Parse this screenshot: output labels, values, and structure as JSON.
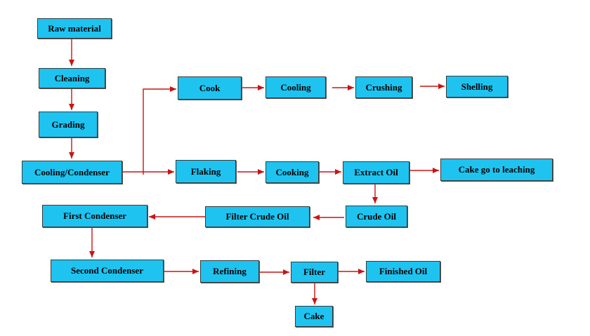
{
  "colors": {
    "box_fill": "#1ec3f0",
    "box_border": "#3a3a3a",
    "arrow": "#c81414"
  },
  "steps": {
    "raw_material": "Raw material",
    "cleaning": "Cleaning",
    "grading": "Grading",
    "cooling_condenser": "Cooling/Condenser",
    "cook": "Cook",
    "cooling": "Cooling",
    "crushing": "Crushing",
    "shelling": "Shelling",
    "flaking": "Flaking",
    "cooking": "Cooking",
    "extract_oil": "Extract Oil",
    "cake_leaching": "Cake go to leaching",
    "crude_oil": "Crude Oil",
    "filter_crude_oil": "Filter Crude Oil",
    "first_condenser": "First Condenser",
    "second_condenser": "Second Condenser",
    "refining": "Refining",
    "filter": "Filter",
    "finished_oil": "Finished Oil",
    "cake": "Cake"
  },
  "flow": [
    [
      "raw_material",
      "cleaning"
    ],
    [
      "cleaning",
      "grading"
    ],
    [
      "grading",
      "cooling_condenser"
    ],
    [
      "cooling_condenser",
      "cook"
    ],
    [
      "cook",
      "cooling"
    ],
    [
      "cooling",
      "crushing"
    ],
    [
      "crushing",
      "shelling"
    ],
    [
      "cooling_condenser",
      "flaking"
    ],
    [
      "flaking",
      "cooking"
    ],
    [
      "cooking",
      "extract_oil"
    ],
    [
      "extract_oil",
      "cake_leaching"
    ],
    [
      "extract_oil",
      "crude_oil"
    ],
    [
      "crude_oil",
      "filter_crude_oil"
    ],
    [
      "filter_crude_oil",
      "first_condenser"
    ],
    [
      "first_condenser",
      "second_condenser"
    ],
    [
      "second_condenser",
      "refining"
    ],
    [
      "refining",
      "filter"
    ],
    [
      "filter",
      "finished_oil"
    ],
    [
      "filter",
      "cake"
    ]
  ]
}
